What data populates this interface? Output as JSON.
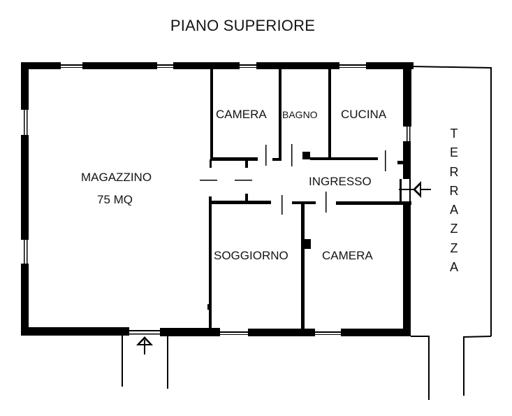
{
  "title": "PIANO SUPERIORE",
  "rooms": {
    "magazzino": {
      "label": "MAGAZZINO",
      "area": "75 MQ"
    },
    "camera_top": {
      "label": "CAMERA"
    },
    "bagno": {
      "label": "BAGNO"
    },
    "cucina": {
      "label": "CUCINA"
    },
    "ingresso": {
      "label": "INGRESSO"
    },
    "soggiorno": {
      "label": "SOGGIORNO"
    },
    "camera_bottom": {
      "label": "CAMERA"
    },
    "terrazza": {
      "label": "TERRAZZA",
      "letters": [
        "T",
        "E",
        "R",
        "R",
        "A",
        "Z",
        "Z",
        "A"
      ]
    }
  },
  "symbols": {
    "entrance_arrow_bottom": "up-arrow-icon",
    "entrance_arrow_right": "left-arrow-icon"
  },
  "colors": {
    "wall": "#000000",
    "background": "#ffffff",
    "text": "#141414"
  }
}
